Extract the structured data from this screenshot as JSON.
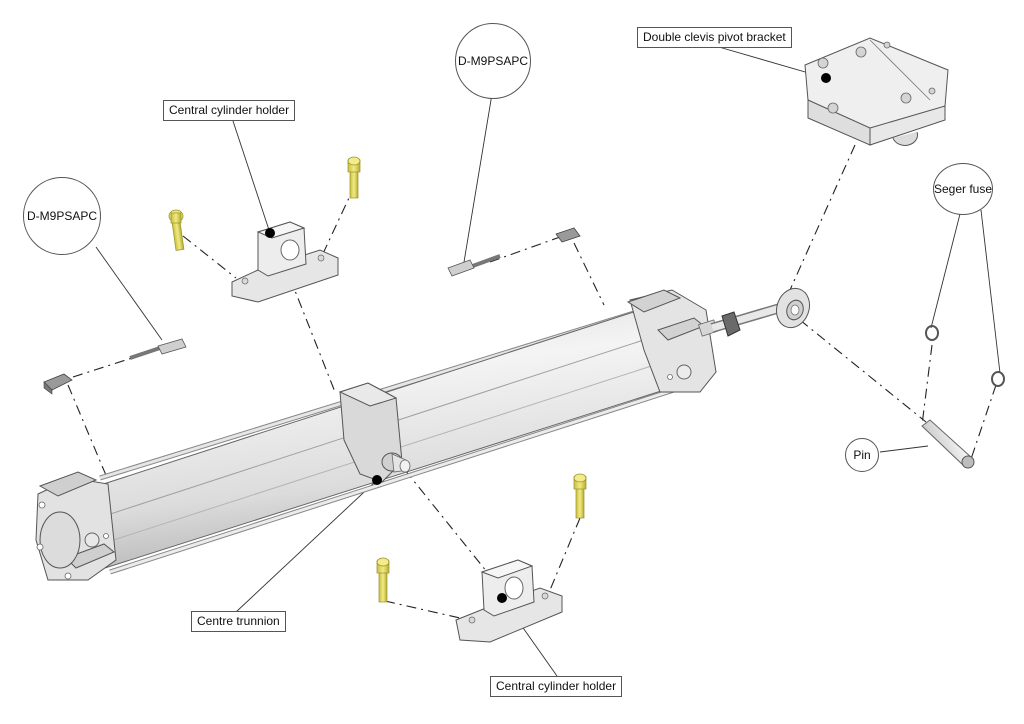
{
  "diagram": {
    "type": "exploded assembly view",
    "subject": "Pneumatic cylinder with centre trunnion mounting"
  },
  "labels": {
    "double_clevis": "Double clevis pivot bracket",
    "holder_top": "Central cylinder holder",
    "holder_bottom": "Central cylinder holder",
    "sensor_left": "D-M9PSAPC",
    "sensor_center": "D-M9PSAPC",
    "seger_fuse": "Seger fuse",
    "pin": "Pin",
    "centre_trunnion": "Centre trunnion"
  },
  "colors": {
    "part_light": "#eeeeee",
    "part_mid": "#d2d2d2",
    "part_dark": "#a8a8a8",
    "outline": "#555555",
    "screw": "#e8e06a",
    "screw_dark": "#b8b030",
    "leader": "#333333",
    "dot": "#000000"
  }
}
